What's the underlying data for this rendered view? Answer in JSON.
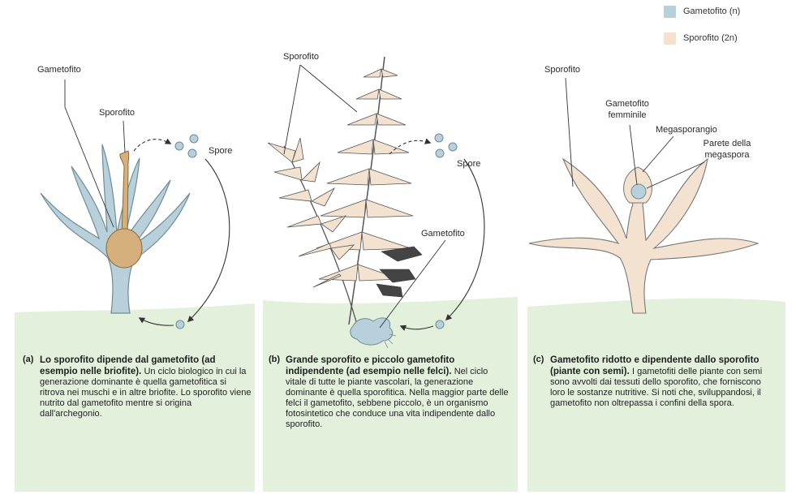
{
  "legend": [
    {
      "label": "Gametofito (n)",
      "color": "#b8d0d9"
    },
    {
      "label": "Sporofito (2n)",
      "color": "#f3e2cf"
    }
  ],
  "colors": {
    "ground": "#e3f1dc",
    "gametophyte": "#b8d0d9",
    "sporophyte": "#f3e2cf",
    "sporophyte_capsule": "#d6b07c",
    "outline": "#6f8c97",
    "fern_outline": "#555555"
  },
  "panels": [
    {
      "id": "a",
      "labels": {
        "gametofito": "Gametofito",
        "sporofito": "Sporofito",
        "spore": "Spore"
      },
      "letter": "(a)",
      "title": "Lo sporofito dipende dal gametofito (ad esempio nelle briofite).",
      "text": "Un ciclo biologico in cui la generazione dominante è quella gametofitica si ritrova nei muschi e in altre briofite. Lo sporofito viene nutrito dal gametofito mentre si origina dall'archegonio."
    },
    {
      "id": "b",
      "labels": {
        "sporofito": "Sporofito",
        "spore": "Spore",
        "gametofito": "Gametofito"
      },
      "letter": "(b)",
      "title": "Grande sporofito e piccolo gametofito indipendente (ad esempio nelle felci).",
      "text": "Nel ciclo vitale di tutte le piante vascolari, la generazione dominante è quella sporofitica. Nella maggior parte delle felci il gametofito, sebbene piccolo, è un organismo fotosintetico che conduce una vita indipendente dallo sporofito."
    },
    {
      "id": "c",
      "labels": {
        "sporofito": "Sporofito",
        "gametofito_femminile": "Gametofito femminile",
        "megasporangio": "Megasporangio",
        "parete": "Parete della megaspora"
      },
      "letter": "(c)",
      "title": "Gametofito ridotto e dipendente dallo sporofito (piante con semi).",
      "text": "I gametofiti delle piante con semi sono avvolti dai tessuti dello sporofito, che forniscono loro le sostanze nutritive. Si noti che, sviluppandosi, il gametofito non oltrepassa i confini della spora."
    }
  ]
}
